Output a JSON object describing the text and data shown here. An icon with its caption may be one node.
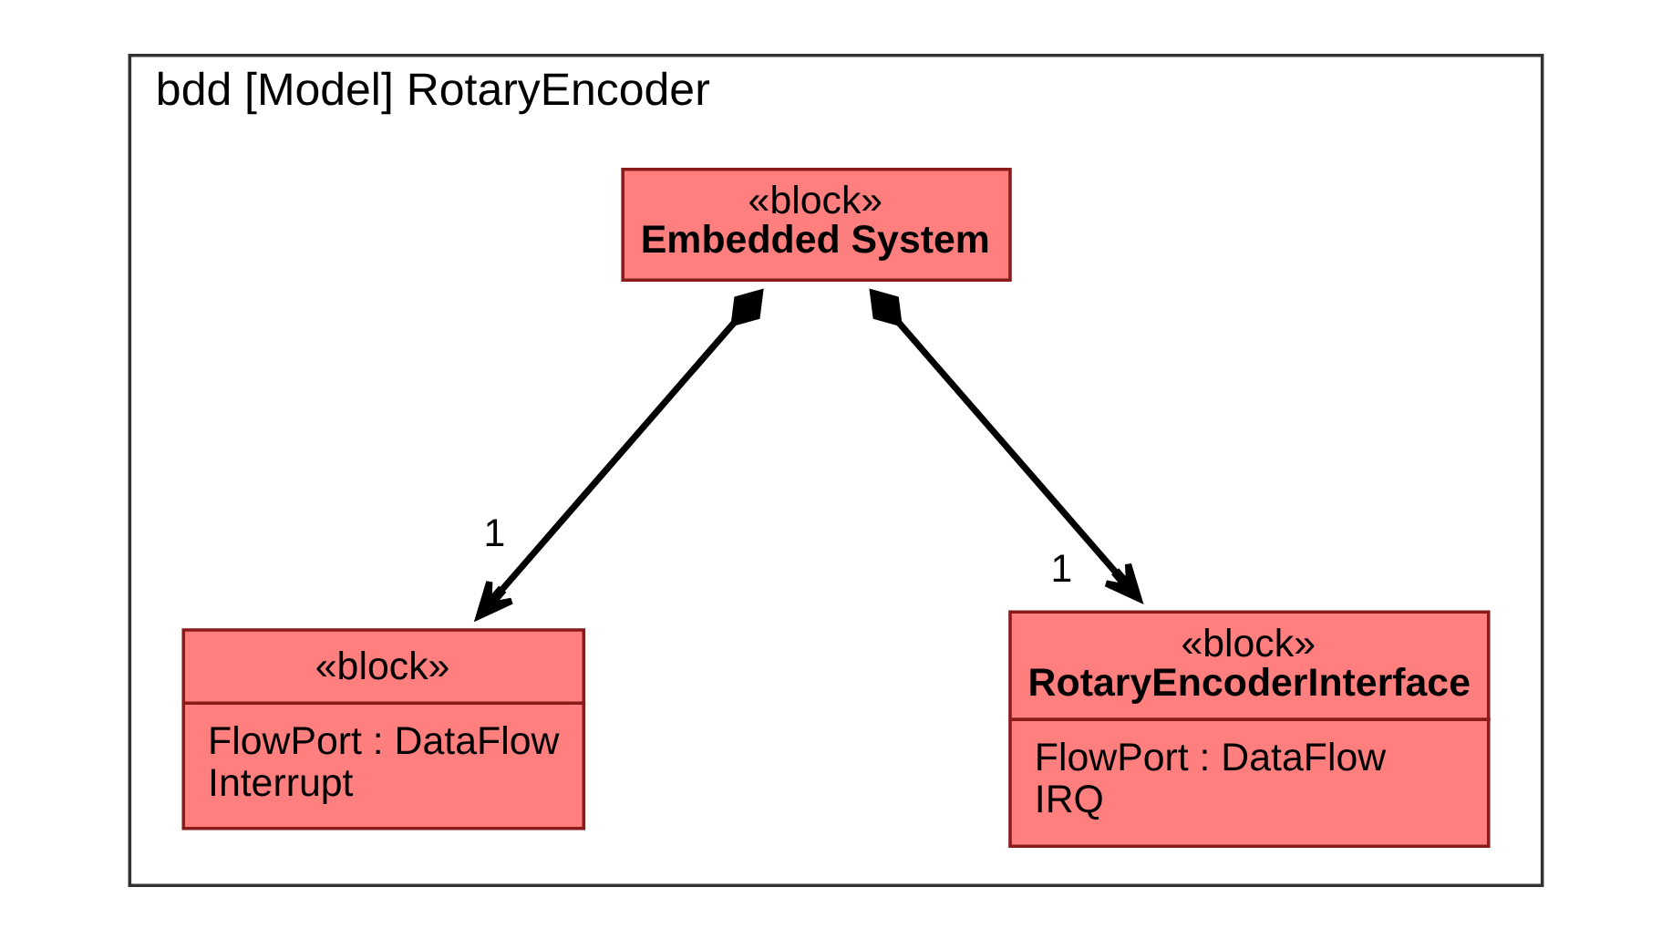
{
  "diagram": {
    "nodes": [
      {
        "text": [
          "bdd [Model] RotaryEncoder"
        ]
      },
      {
        "text": [
          "«block»",
          "Embedded System"
        ],
        "in": 0
      },
      {
        "text": [
          "«block»",
          "FlowPort : DataFlow",
          "Interrupt"
        ],
        "in": 0
      },
      {
        "text": [
          "«block»",
          "RotaryEncoderInterface",
          "FlowPort : DataFlow",
          "IRQ"
        ],
        "in": 0
      }
    ],
    "edges": [
      {
        "from": 1,
        "to": 2,
        "arrow": "to",
        "label": "1"
      },
      {
        "from": 1,
        "to": 3,
        "arrow": "to",
        "label": "1"
      }
    ]
  }
}
